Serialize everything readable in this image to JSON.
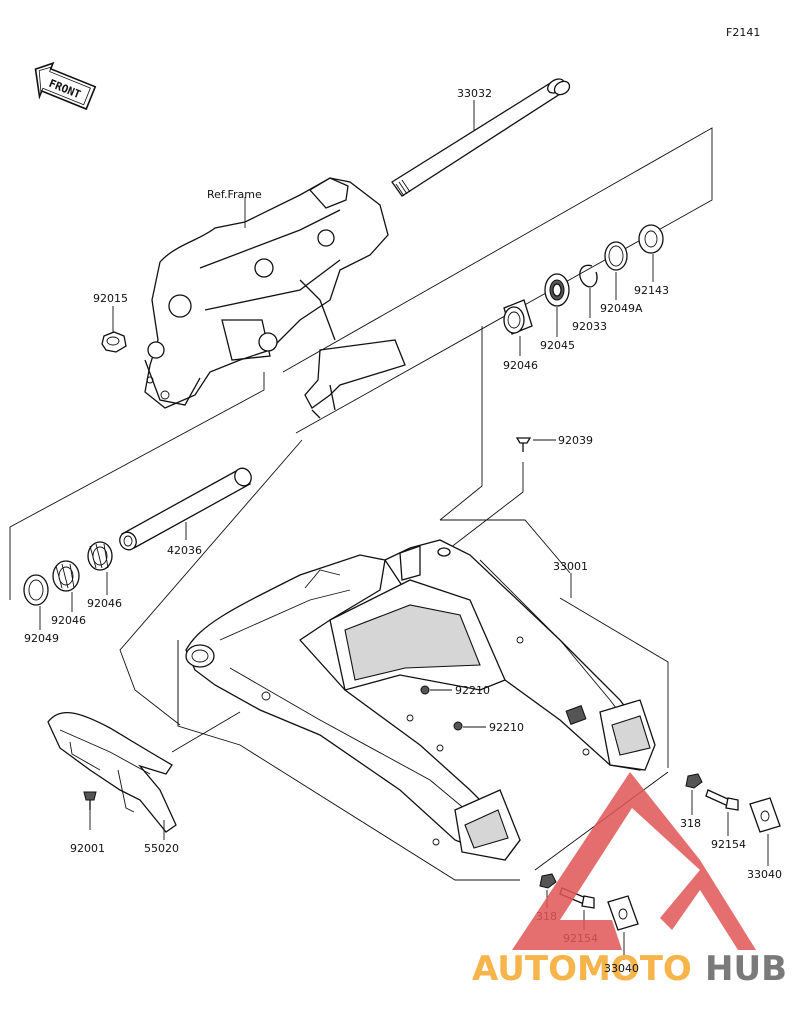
{
  "figure_code": "F2141",
  "front_label": "FRONT",
  "ref_frame_label": "Ref.Frame",
  "parts": {
    "p33032": "33032",
    "p92015": "92015",
    "p92143": "92143",
    "p92049A": "92049A",
    "p92033": "92033",
    "p92045": "92045",
    "p92046a": "92046",
    "p92039": "92039",
    "p42036": "42036",
    "p92046b": "92046",
    "p92046c": "92046",
    "p92049": "92049",
    "p33001": "33001",
    "p92210a": "92210",
    "p92210b": "92210",
    "p92001": "92001",
    "p55020": "55020",
    "p318a": "318",
    "p92154a": "92154",
    "p33040a": "33040",
    "p318b": "318",
    "p92154b": "92154",
    "p33040b": "33040"
  },
  "watermark": {
    "text_a": "AUTOMOTO",
    "text_b": "HUB",
    "color_a": "#f6b44a",
    "color_b": "#7a7a7a",
    "logo_color": "#e05555"
  }
}
